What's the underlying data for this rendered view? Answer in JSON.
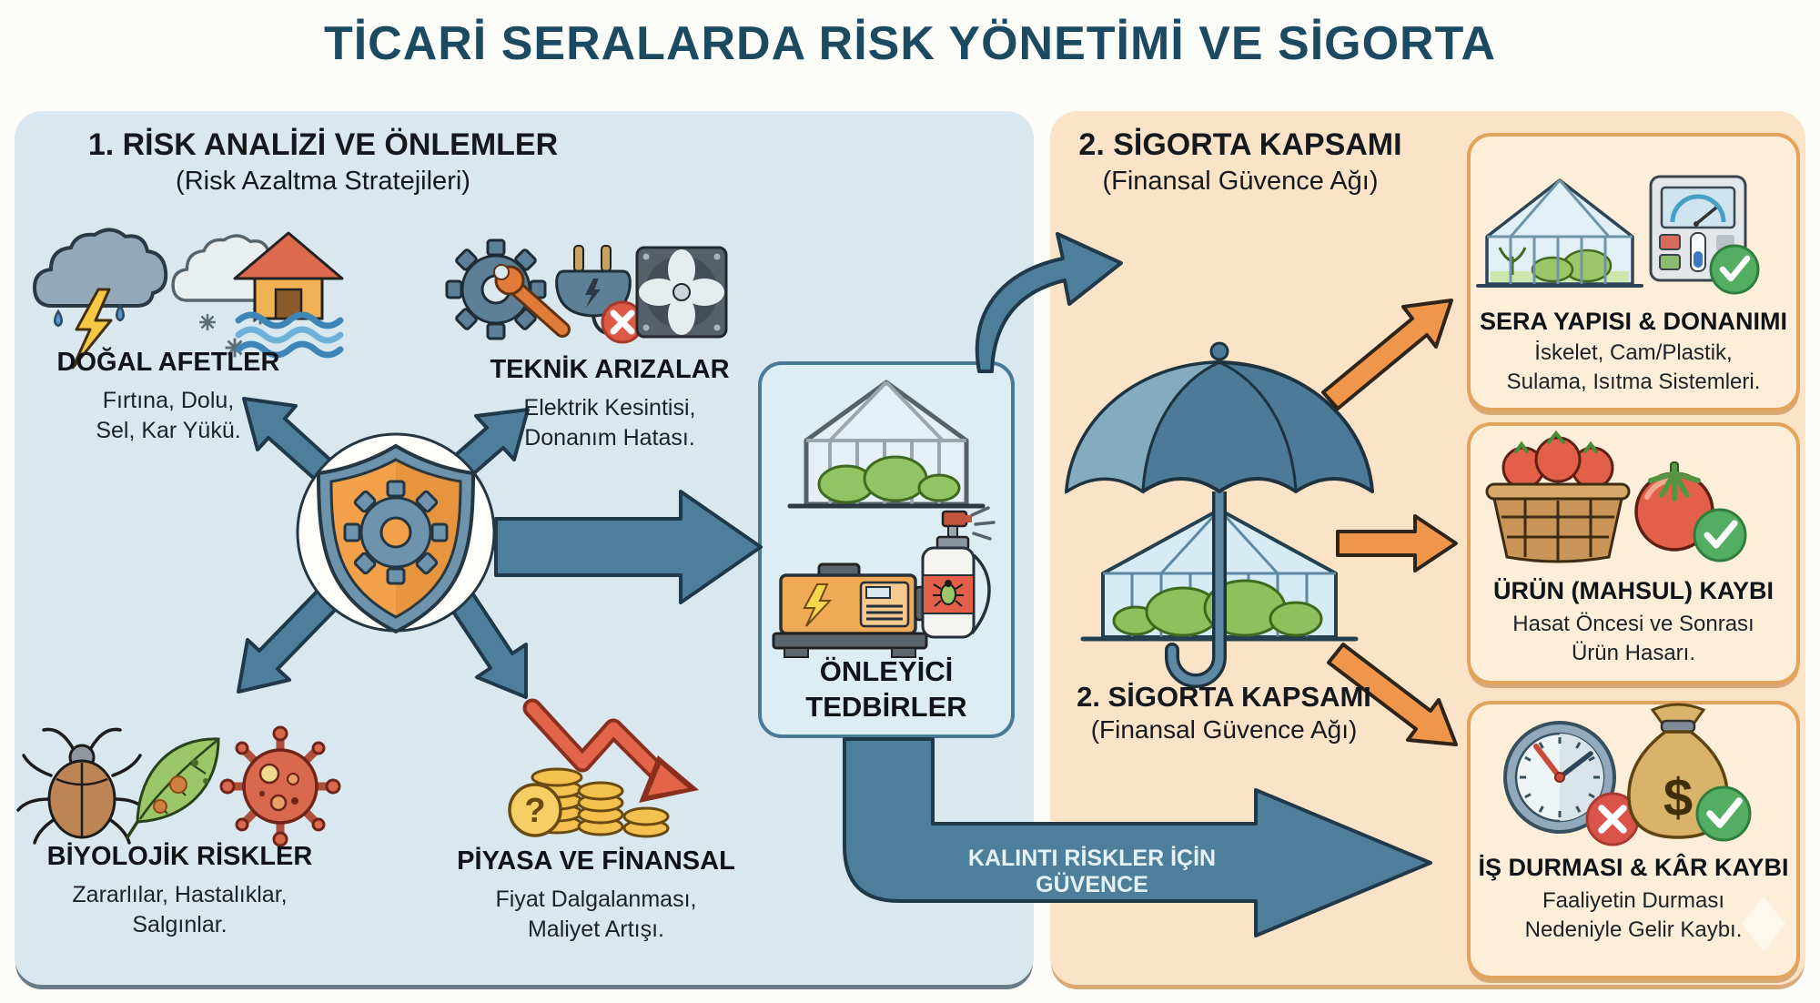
{
  "title": "TİCARİ SERALARDA RİSK YÖNETİMİ VE SİGORTA",
  "left_panel": {
    "heading": "1. RİSK ANALİZİ VE ÖNLEMLER",
    "subheading": "(Risk Azaltma Stratejileri)",
    "risks": {
      "natural": {
        "title": "DOĞAL AFETLER",
        "desc": "Fırtına, Dolu,\nSel, Kar Yükü."
      },
      "technical": {
        "title": "TEKNİK ARIZALAR",
        "desc": "Elektrik Kesintisi,\nDonanım Hatası."
      },
      "biological": {
        "title": "BİYOLOJİK RİSKLER",
        "desc": "Zararlılar, Hastalıklar,\nSalgınlar."
      },
      "market": {
        "title": "PİYASA VE FİNANSAL",
        "desc": "Fiyat Dalgalanması,\nMaliyet Artışı."
      }
    },
    "preventive_box": {
      "title": "ÖNLEYİCİ\nTEDBİRLER"
    }
  },
  "right_panel": {
    "heading": "2. SİGORTA KAPSAMI",
    "subheading": "(Finansal Güvence Ağı)",
    "umbrella_caption": "2. SİGORTA KAPSAMI",
    "umbrella_subcaption": "(Finansal Güvence Ağı)",
    "coverages": [
      {
        "title": "SERA YAPISI & DONANIMI",
        "desc": "İskelet, Cam/Plastik,\nSulama, Isıtma Sistemleri."
      },
      {
        "title": "ÜRÜN (MAHSUL) KAYBI",
        "desc": "Hasat Öncesi ve Sonrası\nÜrün Hasarı."
      },
      {
        "title": "İŞ DURMASI & KÂR KAYBI",
        "desc": "Faaliyetin Durması\nNedeniyle Gelir Kaybı."
      }
    ]
  },
  "flow": {
    "residual_label": "KALINTI RİSKLER İÇİN GÜVENCE"
  },
  "icons_glyphs": {
    "question": "?",
    "dollar": "$"
  },
  "icons": {
    "center": "shield-gear-icon",
    "natural": [
      "storm-cloud-icon",
      "snow-cloud-icon",
      "flood-house-icon"
    ],
    "technical": [
      "gear-wrench-icon",
      "unplugged-icon",
      "fan-icon"
    ],
    "biological": [
      "beetle-icon",
      "diseased-leaf-icon",
      "virus-icon"
    ],
    "market": [
      "price-drop-arrow-icon",
      "coins-icon"
    ],
    "preventive": [
      "greenhouse-frame-icon",
      "generator-icon",
      "pesticide-spray-icon"
    ],
    "insurance_center": [
      "umbrella-icon",
      "insured-greenhouse-icon"
    ],
    "coverage_structure": [
      "greenhouse-icon",
      "climate-controller-icon",
      "check-icon"
    ],
    "coverage_crop": [
      "tomato-basket-icon",
      "tomato-icon",
      "check-icon"
    ],
    "coverage_business": [
      "stopped-clock-icon",
      "money-bag-icon",
      "check-icon"
    ]
  },
  "colors": {
    "title": "#1c4a61",
    "panel_left_bg": "#d8e8ee",
    "panel_right_bg": "#fbe3c7",
    "arrow_blue": "#4e7f9a",
    "arrow_orange": "#f0964a",
    "box_border": "#e2a35b",
    "shield_orange": "#f3a04a",
    "check_green": "#53ad62",
    "alert_red": "#d9534a"
  }
}
